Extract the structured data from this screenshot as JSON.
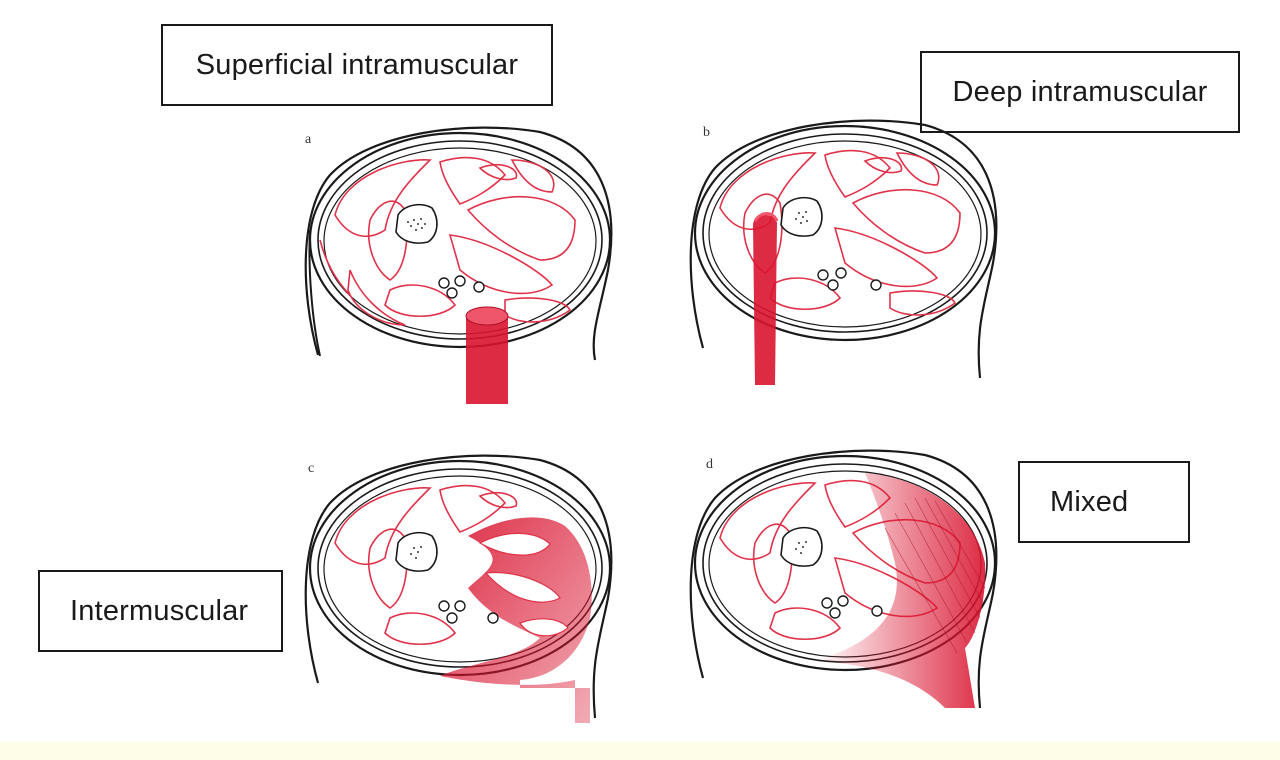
{
  "colors": {
    "outline": "#1a1a1a",
    "muscle": "#e0334a",
    "lesion": "#d9142f",
    "bottom_strip": "#fefde8"
  },
  "labels": {
    "superficial": "Superficial intramuscular",
    "deep": "Deep intramuscular",
    "intermuscular": "Intermuscular",
    "mixed": "Mixed"
  },
  "panel_letters": {
    "a": "a",
    "b": "b",
    "c": "c",
    "d": "d"
  }
}
